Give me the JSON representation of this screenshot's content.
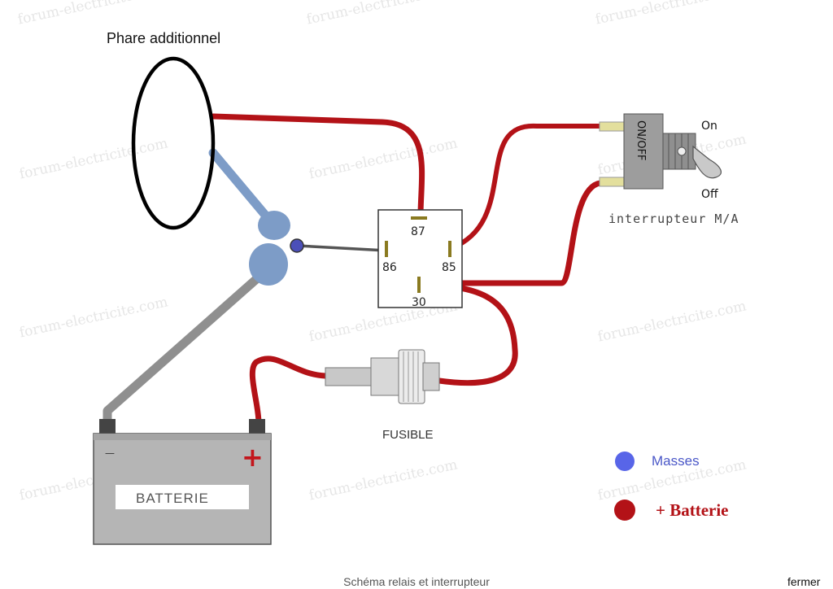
{
  "diagram": {
    "watermark": "forum-electricite.com",
    "labels": {
      "headlight": "Phare additionnel",
      "switch": "interrupteur M/A",
      "switch_body": "ON/OFF",
      "switch_on": "On",
      "switch_off": "Off",
      "fuse": "FUSIBLE",
      "battery": "BATTERIE",
      "battery_plus": "+",
      "battery_minus": "—"
    },
    "relay_pins": {
      "p87": "87",
      "p86": "86",
      "p85": "85",
      "p30": "30"
    },
    "legend": [
      {
        "label": "Masses",
        "color": "#5865e8"
      },
      {
        "label": "+ Batterie",
        "color": "#b31217"
      }
    ],
    "colors": {
      "positive_wire": "#b31217",
      "ground_wire": "#7d9cc7",
      "battery_ground_wire": "#8f8f8f",
      "relay_wire": "#555555"
    }
  },
  "footer": {
    "caption": "Schéma relais et interrupteur",
    "close_link": "fermer"
  }
}
